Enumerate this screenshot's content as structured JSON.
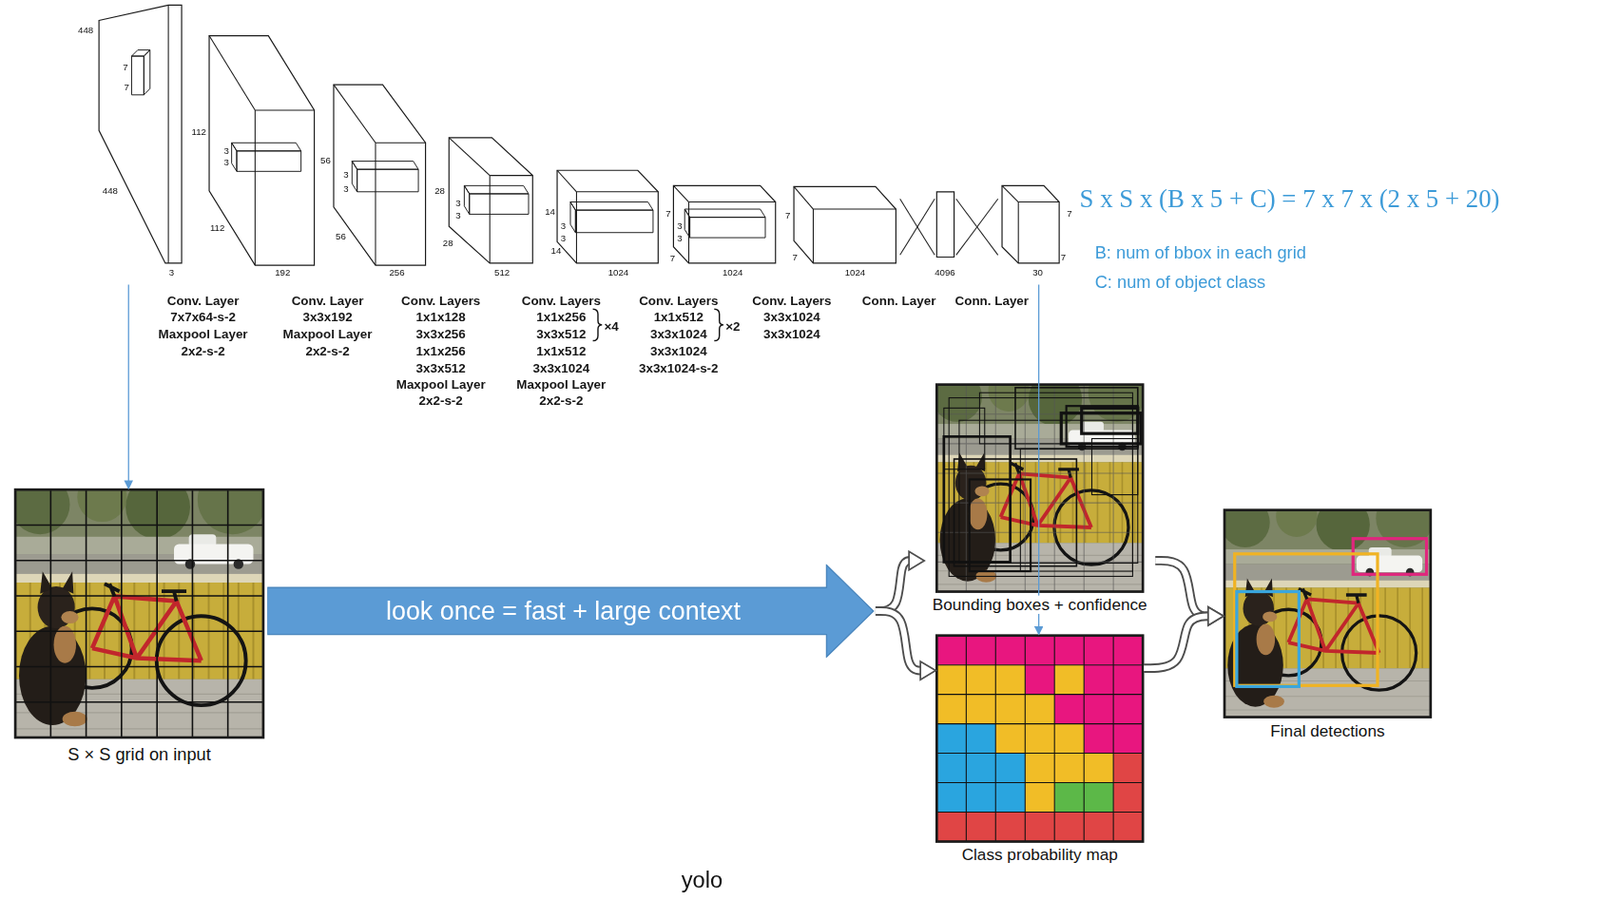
{
  "diagram": {
    "caption": "yolo",
    "nodes": [
      {
        "text": [
          "448",
          "7",
          "7",
          "448",
          "3"
        ]
      },
      {
        "text": [
          "112",
          "3",
          "3",
          "112",
          "192"
        ]
      },
      {
        "text": [
          "56",
          "3",
          "3",
          "56",
          "256"
        ]
      },
      {
        "text": [
          "28",
          "3",
          "3",
          "28",
          "512"
        ]
      },
      {
        "text": [
          "14",
          "3",
          "3",
          "14",
          "1024"
        ]
      },
      {
        "text": [
          "7",
          "3",
          "3",
          "7",
          "1024"
        ]
      },
      {
        "text": [
          "7",
          "7",
          "1024"
        ]
      },
      {
        "text": [
          "4096"
        ]
      },
      {
        "text": [
          "7",
          "7",
          "30"
        ]
      },
      {
        "text": [
          "S × S grid on input"
        ]
      },
      {
        "text": [
          "look once = fast + large context"
        ]
      },
      {
        "text": [
          "Bounding boxes + confidence"
        ]
      },
      {
        "text": [
          "Class probability map"
        ]
      },
      {
        "text": [
          "Final detections"
        ]
      }
    ],
    "edges": [
      {
        "from": 0,
        "to": 9,
        "arrow": "to"
      },
      {
        "from": 8,
        "to": 12,
        "arrow": "to"
      },
      {
        "from": 10,
        "to": 11,
        "arrow": "to"
      },
      {
        "from": 10,
        "to": 12,
        "arrow": "to"
      },
      {
        "from": 11,
        "to": 13,
        "arrow": "to"
      },
      {
        "from": 12,
        "to": 13,
        "arrow": "to"
      }
    ],
    "labels": [
      "Conv. Layer",
      "7x7x64-s-2",
      "Maxpool Layer",
      "2x2-s-2",
      "Conv. Layer",
      "3x3x192",
      "Maxpool Layer",
      "2x2-s-2",
      "Conv. Layers",
      "1x1x128",
      "3x3x256",
      "1x1x256",
      "3x3x512",
      "Maxpool Layer",
      "2x2-s-2",
      "Conv. Layers",
      "1x1x256",
      "3x3x512",
      "1x1x512",
      "3x3x1024",
      "Maxpool Layer",
      "2x2-s-2",
      "×4",
      "Conv. Layers",
      "1x1x512",
      "3x3x1024",
      "3x3x1024",
      "3x3x1024-s-2",
      "×2",
      "Conv. Layers",
      "3x3x1024",
      "3x3x1024",
      "Conn. Layer",
      "Conn. Layer",
      "S x S x (B x 5 + C) = 7 x 7 x (2 x 5 + 20)",
      "B: num of bbox in each grid",
      "C: num of object class"
    ]
  }
}
